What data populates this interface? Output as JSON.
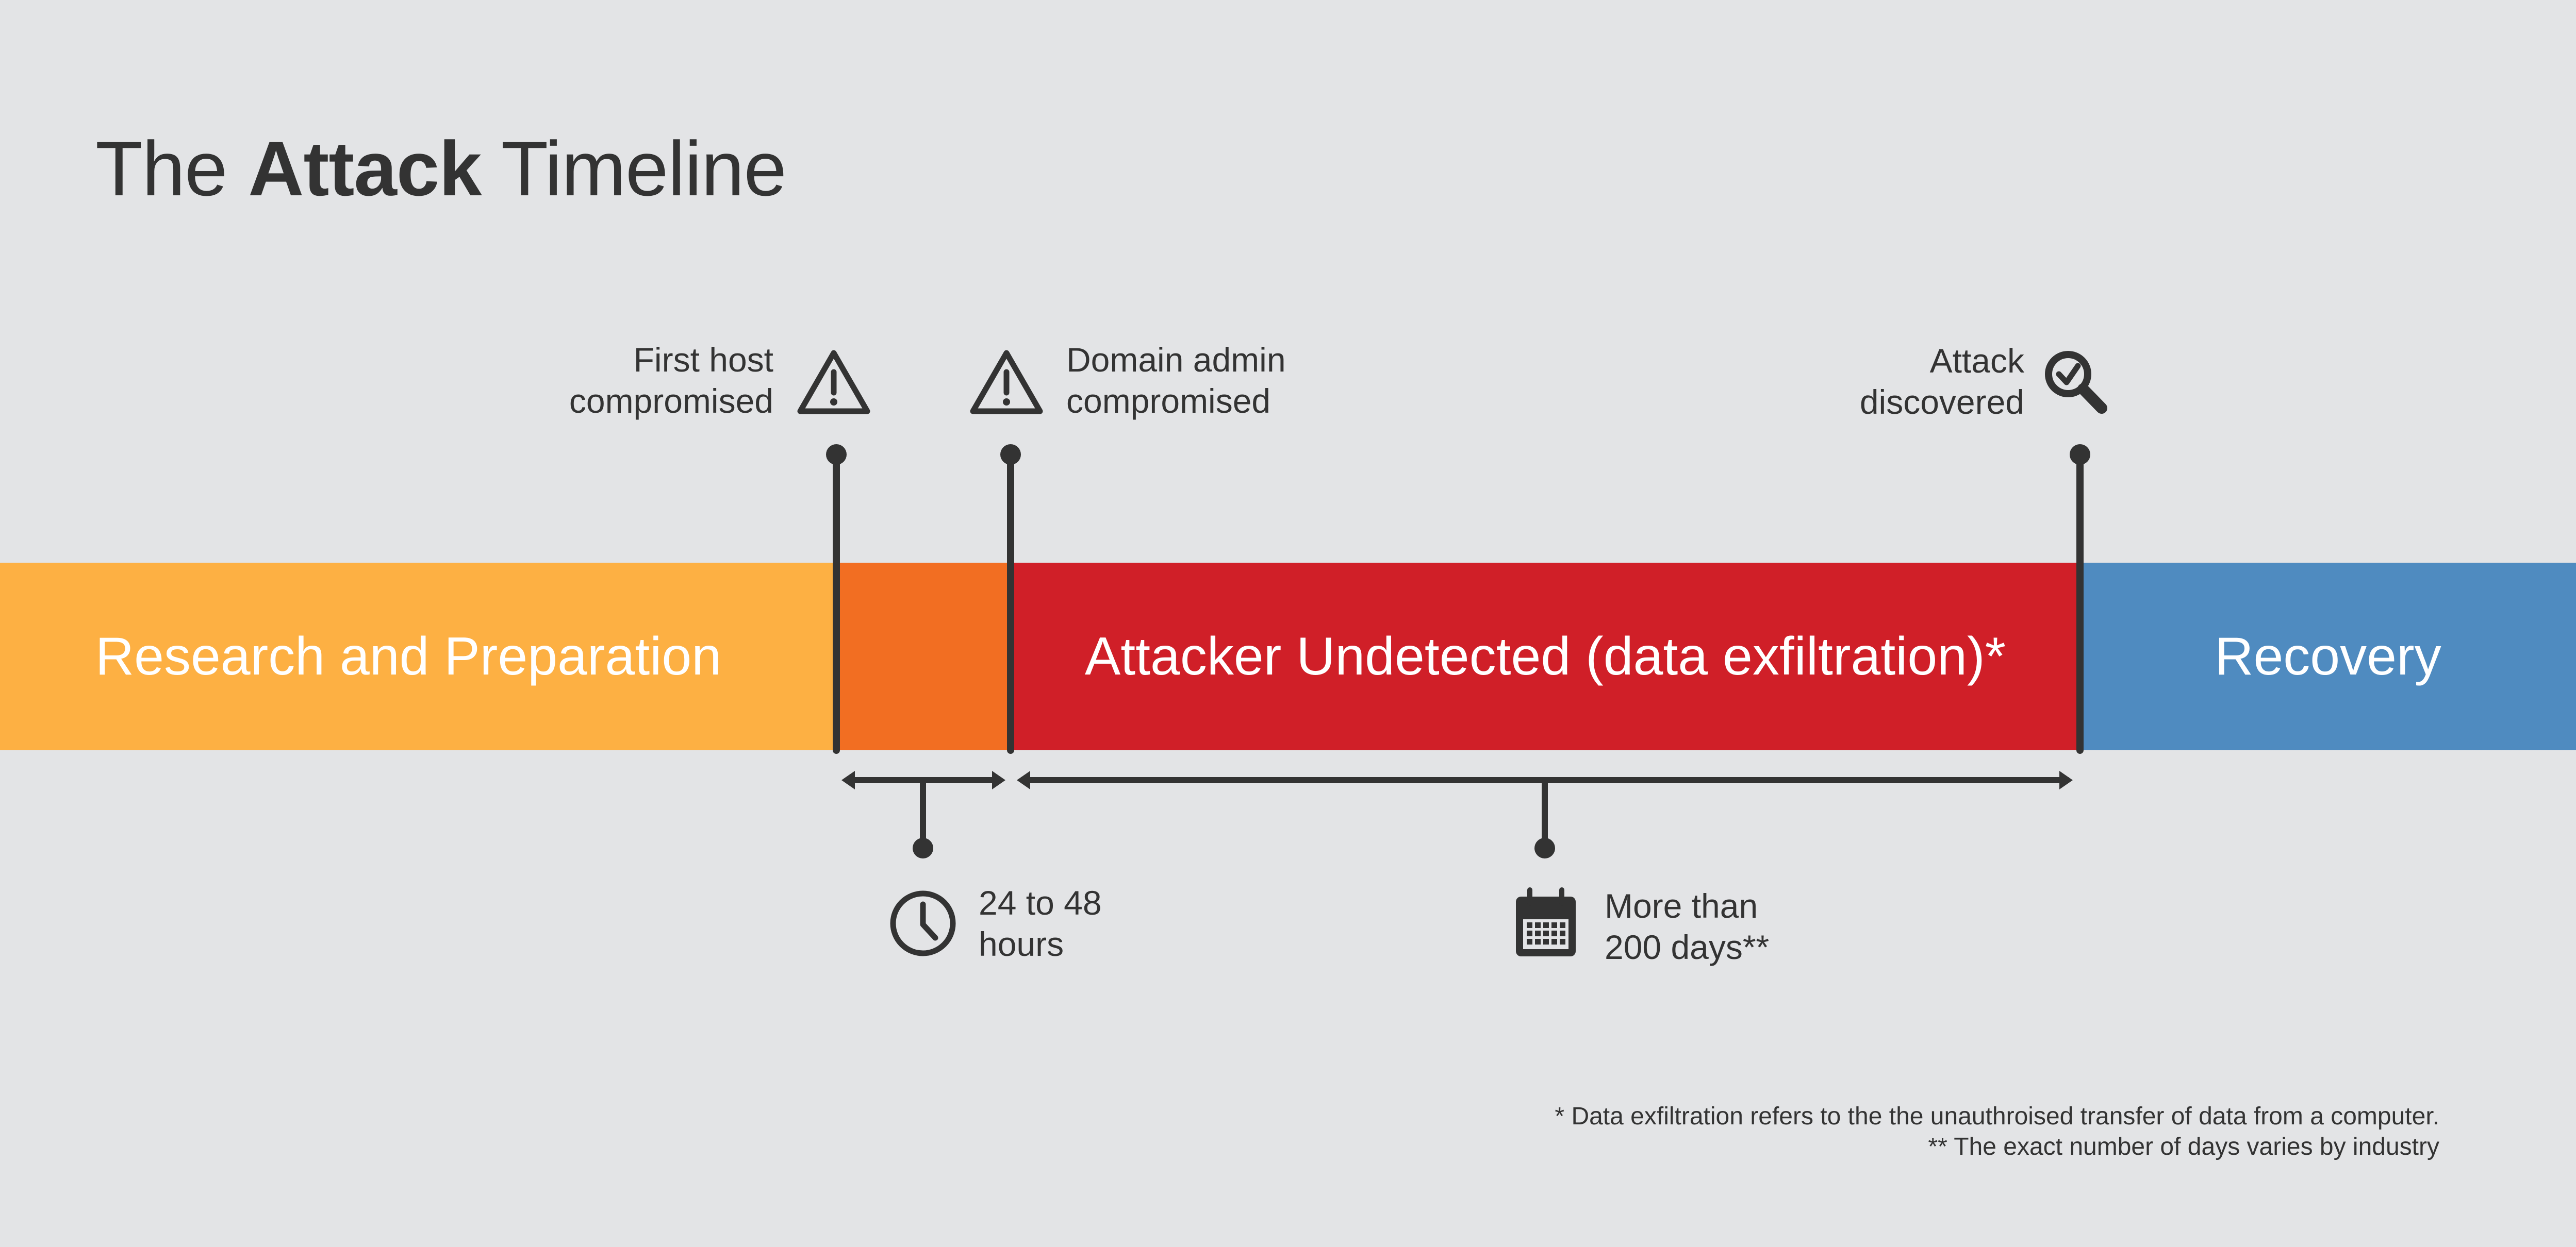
{
  "title": {
    "light_start": "The ",
    "bold": "Attack",
    "light_end": " Timeline"
  },
  "phases": [
    {
      "label": "Research and Preparation",
      "color": "#fdb043"
    },
    {
      "label": "",
      "color": "#f26e22"
    },
    {
      "label": "Attacker Undetected (data exfiltration)*",
      "color": "#d01f28"
    },
    {
      "label": "Recovery",
      "color": "#4f8bc0"
    }
  ],
  "events": [
    {
      "line1": "First host",
      "line2": "compromised",
      "icon": "warning-icon"
    },
    {
      "line1": "Domain admin",
      "line2": "compromised",
      "icon": "warning-icon"
    },
    {
      "line1": "Attack",
      "line2": "discovered",
      "icon": "magnifier-check-icon"
    }
  ],
  "durations": [
    {
      "line1": "24 to 48",
      "line2": "hours",
      "icon": "clock-icon"
    },
    {
      "line1": "More than",
      "line2": "200 days**",
      "icon": "calendar-icon"
    }
  ],
  "footnotes": {
    "note1": "* Data exfiltration refers to the the unauthroised transfer of data from a computer.",
    "note2": "** The exact number of days varies by industry"
  },
  "colors": {
    "background": "#e3e4e6",
    "ink": "#333333"
  }
}
